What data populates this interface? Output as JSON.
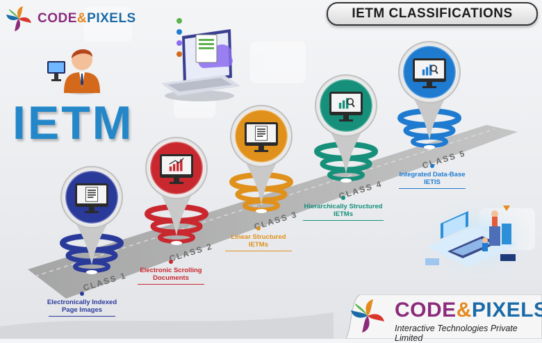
{
  "header": {
    "logo_word_1": "CODE",
    "logo_amp": "&",
    "logo_word_2": "PIXELS",
    "title": "IETM CLASSIFICATIONS"
  },
  "hero_text": "IETM",
  "classes": [
    {
      "label": "CLASS 1",
      "caption_1": "Electronically Indexed",
      "caption_2": "Page Images",
      "color": "#2a3a9a",
      "icon": "document-icon"
    },
    {
      "label": "CLASS 2",
      "caption_1": "Electronic Scrolling",
      "caption_2": "Documents",
      "color": "#c8282e",
      "icon": "bar-chart-icon"
    },
    {
      "label": "CLASS 3",
      "caption_1": "Linear Structured",
      "caption_2": "IETMs",
      "color": "#e0911c",
      "icon": "document-icon"
    },
    {
      "label": "CLASS 4",
      "caption_1": "Hierarchically Structured",
      "caption_2": "IETMs",
      "color": "#16907a",
      "icon": "chart-magnifier-icon"
    },
    {
      "label": "CLASS 5",
      "caption_1": "Integrated Data-Base",
      "caption_2": "IETIS",
      "color": "#1f7bd0",
      "icon": "chart-magnifier-icon"
    }
  ],
  "footer": {
    "brand_word_1": "CODE",
    "brand_amp": "&",
    "brand_word_2": "PIXELS",
    "tagline": "Interactive Technologies Private Limited"
  },
  "colors": {
    "brand_purple": "#8c2b7c",
    "brand_orange": "#e58a1e",
    "brand_blue": "#1a6aa8",
    "hero_blue": "#2487c9"
  }
}
